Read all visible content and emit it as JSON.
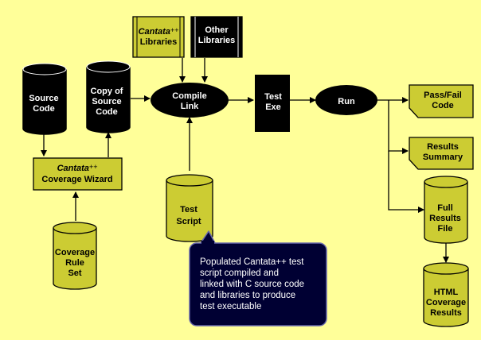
{
  "nodes": {
    "source_code": [
      "Source",
      "Code"
    ],
    "copy_source": [
      "Copy of",
      "Source",
      "Code"
    ],
    "wizard": {
      "brand": "Cantata",
      "plus": "++",
      "line2": "Coverage Wizard"
    },
    "coverage_rule_set": [
      "Coverage",
      "Rule",
      "Set"
    ],
    "cantata_libraries": {
      "brand": "Cantata",
      "plus": "++",
      "line2": "Libraries"
    },
    "other_libraries": [
      "Other",
      "Libraries"
    ],
    "compile_link": [
      "Compile",
      "Link"
    ],
    "test_script": [
      "Test",
      "Script"
    ],
    "test_exe": [
      "Test",
      "Exe"
    ],
    "run": "Run",
    "pass_fail": [
      "Pass/Fail",
      "Code"
    ],
    "results_summary": [
      "Results",
      "Summary"
    ],
    "full_results": [
      "Full",
      "Results",
      "File"
    ],
    "html_coverage": [
      "HTML",
      "Coverage",
      "Results"
    ]
  },
  "callout": {
    "lines": [
      "Populated Cantata++ test",
      "script compiled and",
      "linked with C source code",
      "and libraries to produce",
      "test executable"
    ]
  },
  "colors": {
    "background": "#ffff99",
    "olive": "#cccc33",
    "black": "#000000",
    "callout_fill": "#000033",
    "callout_border": "#6666aa"
  }
}
